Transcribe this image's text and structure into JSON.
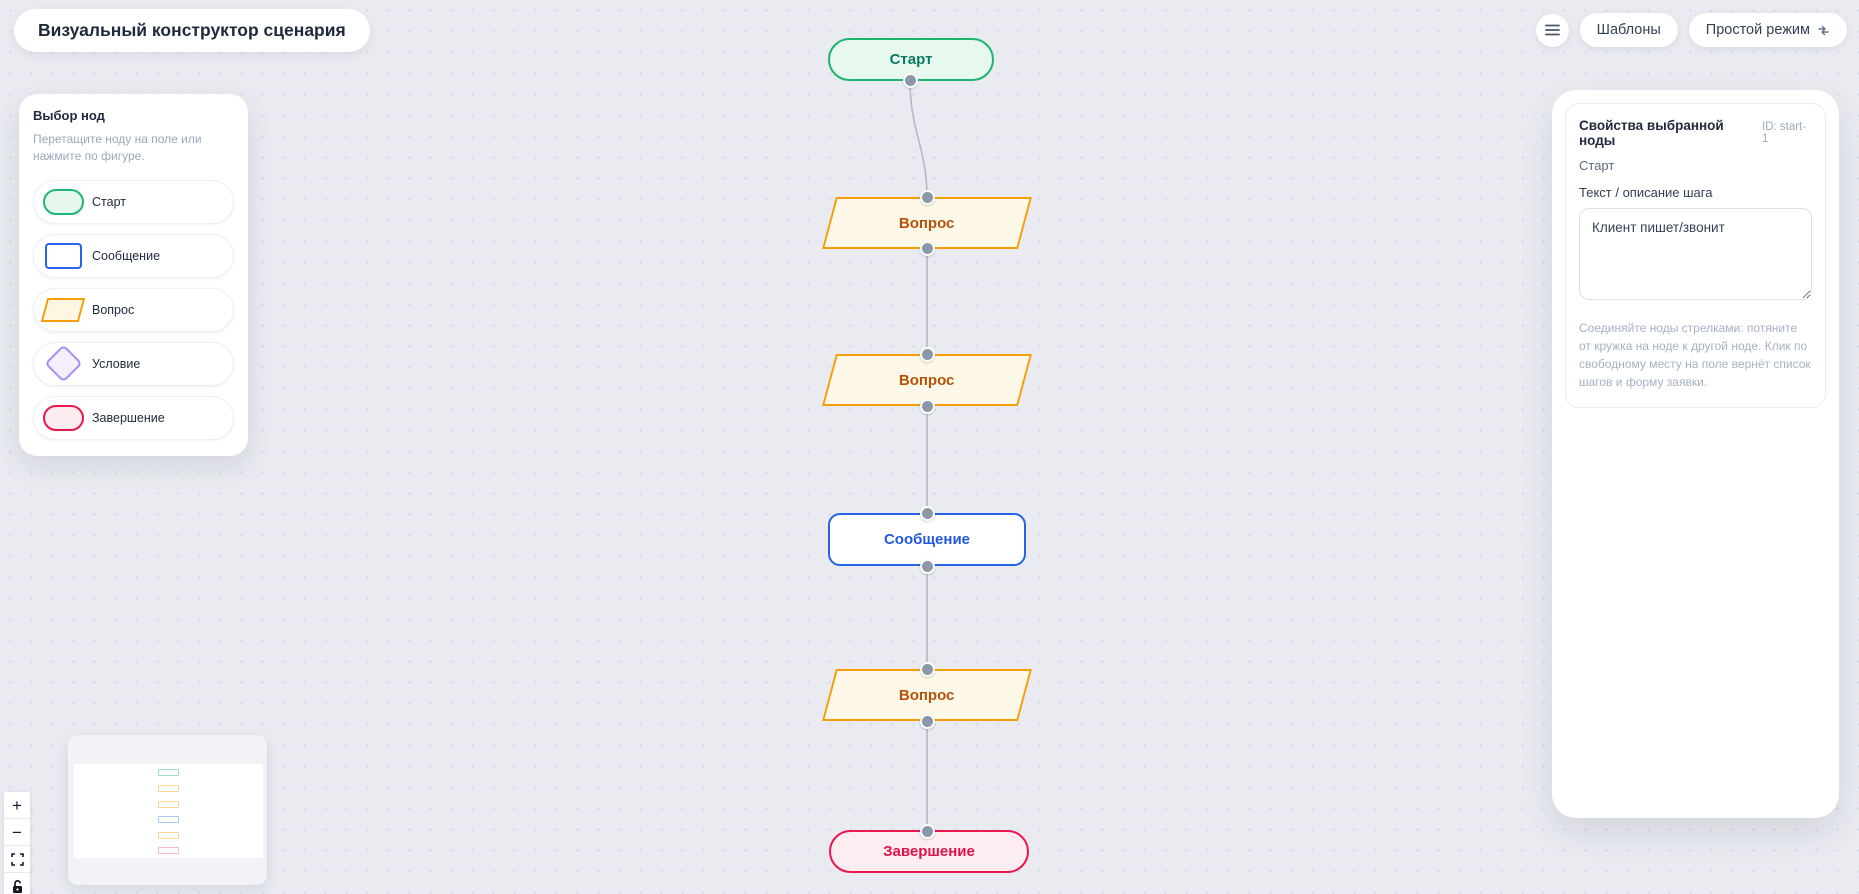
{
  "header": {
    "title": "Визуальный конструктор сценария",
    "templates_label": "Шаблоны",
    "mode_label": "Простой режим"
  },
  "palette": {
    "title": "Выбор нод",
    "subtitle": "Перетащите ноду на поле или нажмите по фигуре.",
    "items": [
      {
        "label": "Старт",
        "shape": "stadium",
        "color": "#21b573",
        "fill": "#e6f8ee"
      },
      {
        "label": "Сообщение",
        "shape": "rectangle",
        "color": "#2563eb",
        "fill": "#ffffff"
      },
      {
        "label": "Вопрос",
        "shape": "parallelogram",
        "color": "#f59e0b",
        "fill": "#fcf6e3"
      },
      {
        "label": "Условие",
        "shape": "diamond",
        "color": "#a78bfa",
        "fill": "#f4effc"
      },
      {
        "label": "Завершение",
        "shape": "stadium",
        "color": "#e8174e",
        "fill": "#fdecef"
      }
    ]
  },
  "canvas": {
    "nodes": [
      {
        "label": "Старт",
        "type": "start",
        "color": "#1db470"
      },
      {
        "label": "Вопрос",
        "type": "question",
        "color": "#f59e0b"
      },
      {
        "label": "Вопрос",
        "type": "question",
        "color": "#f59e0b"
      },
      {
        "label": "Сообщение",
        "type": "message",
        "color": "#2563eb"
      },
      {
        "label": "Вопрос",
        "type": "question",
        "color": "#f59e0b"
      },
      {
        "label": "Завершение",
        "type": "end",
        "color": "#e8174e"
      }
    ],
    "edge_color": "#b5b8c2",
    "handle_color": "#8b98a9"
  },
  "properties": {
    "title": "Свойства выбранной ноды",
    "id_label": "ID: start-1",
    "node_type": "Старт",
    "field_label": "Текст / описание шага",
    "field_value": "Клиент пишет/звонит",
    "hint": "Соединяйте ноды стрелками: потяните от кружка на ноде к другой ноде. Клик по свободному месту на поле вернёт список шагов и форму заявки."
  },
  "controls": {
    "zoom_in": "+",
    "zoom_out": "−"
  }
}
